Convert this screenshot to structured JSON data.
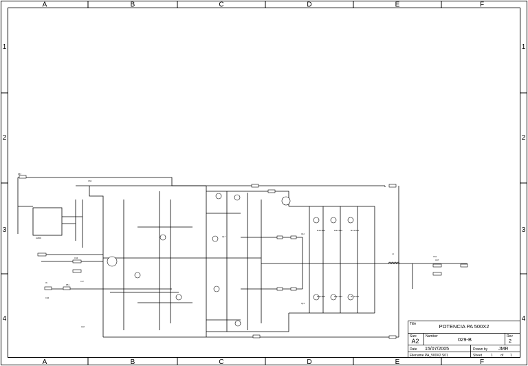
{
  "frame": {
    "columns": [
      "A",
      "B",
      "C",
      "D",
      "E",
      "F"
    ],
    "rows": [
      "1",
      "2",
      "3",
      "4"
    ]
  },
  "title_block": {
    "title_label": "Title",
    "title": "POTENCIA PA 500X2",
    "size_label": "Size",
    "size": "A2",
    "number_label": "Number",
    "number": "029-B",
    "rev_label": "Rev",
    "rev": "2",
    "date_label": "Date",
    "date": "15/07/2005",
    "drawn_by_label": "Drawn by",
    "drawn_by": "JMR",
    "filename_label": "Filename",
    "filename": "PA_500X2.S01",
    "sheet_label": "Sheet",
    "sheet": "1",
    "of_label": "of",
    "sheet_total": "1"
  },
  "components": {
    "u1": "LM393",
    "q17_label": "Q17",
    "l1": "L1",
    "cn1": "CN1",
    "cn2": "CN2",
    "cn3": "CN3",
    "cn4": "CN4",
    "in_label": "IN",
    "out_label": "OUT",
    "mj21194_a": "MJL21194",
    "mj21194_b": "MJL21194",
    "mj21194_c": "MJL21194",
    "mj21193_a": "MJL21193",
    "mj21193_b": "MJL21193",
    "mj21193_c": "MJL21193",
    "ref_r67": "R67",
    "ref_r51": "R51",
    "ref_c17": "C17",
    "ref_c18": "C18",
    "ref_q12": "Q12",
    "ref_q13": "Q13"
  }
}
